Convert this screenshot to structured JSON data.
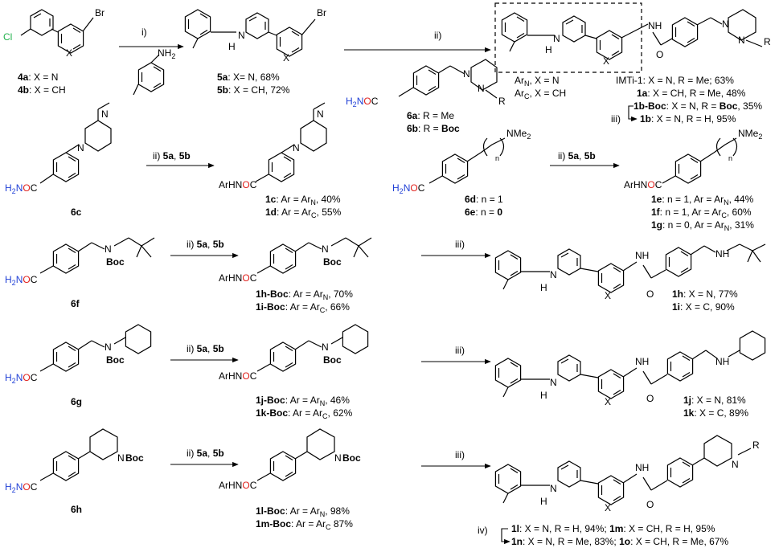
{
  "colors": {
    "nitrogen": "#1f3fd6",
    "oxygen": "#e0201b",
    "chlorine": "#22b14c",
    "black": "#000000"
  },
  "atoms": {
    "N": "N",
    "H": "H",
    "NH": "NH",
    "HN": "HN",
    "Br": "Br",
    "Cl": "Cl",
    "X": "X",
    "R": "R",
    "NH2": "NH",
    "sub2": "2",
    "H2N": "H",
    "O": "O",
    "C": "C",
    "Boc": "Boc",
    "NBoc": "N",
    "NMe2": "NMe",
    "n": "n"
  },
  "row1": {
    "c4a": "4a",
    "c4a_tail": ": X = N",
    "c4b": "4b",
    "c4b_tail": ": X = CH",
    "step_i": "i)",
    "c5a": "5a",
    "c5a_tail": ": X= N, 68%",
    "c5b": "5b",
    "c5b_tail": ": X = CH, 72%",
    "step_ii": "ii)",
    "c6a": "6a",
    "c6a_tail": ": R = Me",
    "c6b": "6b",
    "c6b_tail": ": R = ",
    "boc": "Boc",
    "arn_label": "Ar",
    "arn_sub": "N",
    "arn_tail": ", X = N",
    "arc_label": "Ar",
    "arc_sub": "C",
    "arc_tail": ", X = CH",
    "imti": "IMTi-1",
    "imti_tail": ": X = N, R = Me; 63%",
    "c1a": "1a",
    "c1a_tail": ": X = CH, R = Me, 48%",
    "c1bboc": "1b-Boc",
    "c1bboc_mid": ": X = N, R = ",
    "c1bboc_tail": ", 35%",
    "step_iii": "iii)",
    "c1b": "1b",
    "c1b_tail": ": X = N, R = H, 95%"
  },
  "row2": {
    "c6c": "6c",
    "step": "ii) ",
    "r5a": "5a",
    "comma": ", ",
    "r5b": "5b",
    "arhn": "ArHN",
    "c1c": "1c",
    "c1c_tail": ": Ar = Ar",
    "c1c_sub": "N",
    "c1c_end": ", 40%",
    "c1d": "1d",
    "c1d_tail": ": Ar = Ar",
    "c1d_sub": "C",
    "c1d_end": ", 55%",
    "c6d": "6d",
    "c6d_tail": ": n = 1",
    "c6e": "6e",
    "c6e_tail": ": n = ",
    "zero": "0",
    "c1e": "1e",
    "c1e_tail": ": n = 1, Ar = Ar",
    "c1e_sub": "N",
    "c1e_end": ", 44%",
    "c1f": "1f",
    "c1f_tail": ": n = 1, Ar = Ar",
    "c1f_sub": "C",
    "c1f_end": ", 60%",
    "c1g": "1g",
    "c1g_tail": ": n = 0, Ar = Ar",
    "c1g_sub": "N",
    "c1g_end": ", 31%"
  },
  "row3": {
    "c6f": "6f",
    "c1hboc": "1h-Boc",
    "c1hboc_tail": ": Ar = Ar",
    "c1hboc_sub": "N",
    "c1hboc_end": ", 70%",
    "c1iboc": "1i-Boc",
    "c1iboc_tail": ": Ar = Ar",
    "c1iboc_sub": "C",
    "c1iboc_end": ", 66%",
    "step_iii": "iii)",
    "c1h": "1h",
    "c1h_tail": ": X = N,  77%",
    "c1i": "1i",
    "c1i_tail": ": X = C, 90%"
  },
  "row4": {
    "c6g": "6g",
    "c1jboc": "1j-Boc",
    "c1jboc_tail": ": Ar = Ar",
    "c1jboc_sub": "N",
    "c1jboc_end": ", 46%",
    "c1kboc": "1k-Boc",
    "c1kboc_tail": ": Ar = Ar",
    "c1kboc_sub": "C",
    "c1kboc_end": ", 62%",
    "step_iii": "iii)",
    "c1j": "1j",
    "c1j_tail": ": X = N, 81%",
    "c1k": "1k",
    "c1k_tail": ": X = C, 89%"
  },
  "row5": {
    "c6h": "6h",
    "c1lboc": "1l-Boc",
    "c1lboc_tail": ": Ar = Ar",
    "c1lboc_sub": "N",
    "c1lboc_end": ", 98%",
    "c1mboc": "1m-Boc",
    "c1mboc_tail": ": Ar = Ar",
    "c1mboc_sub": "C",
    "c1mboc_end": " 87%",
    "step_iii": "iii)",
    "step_iv": "iv)",
    "c1l": "1l",
    "c1l_tail": ": X = N, R = H, 94%; ",
    "c1m": "1m",
    "c1m_tail": ": X = CH, R = H, 95%",
    "c1n": "1n",
    "c1n_tail": ": X = N, R = Me, 83%; ",
    "c1o": "1o",
    "c1o_tail": ": X = CH, R = Me, 67%"
  }
}
